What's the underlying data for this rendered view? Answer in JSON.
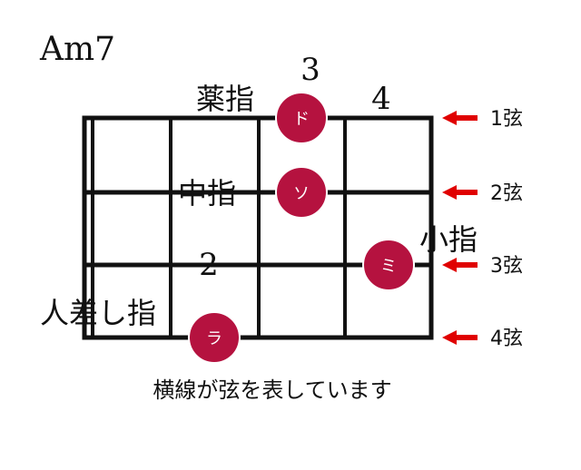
{
  "chord_name": "Am7",
  "colors": {
    "line": "#111111",
    "note_fill": "#b5123f",
    "note_text": "#ffffff",
    "arrow": "#e00000",
    "text": "#111111"
  },
  "fret_numbers": {
    "fret_2": "2",
    "fret_3": "3",
    "fret_4": "4"
  },
  "finger_labels": {
    "ring": "薬指",
    "middle": "中指",
    "pinky": "小指",
    "index": "人差し指"
  },
  "notes": [
    {
      "string": 1,
      "fret": 3,
      "name": "ド"
    },
    {
      "string": 2,
      "fret": 3,
      "name": "ソ"
    },
    {
      "string": 3,
      "fret": 4,
      "name": "ミ"
    },
    {
      "string": 4,
      "fret": 2,
      "name": "ラ"
    }
  ],
  "string_labels": [
    "1弦",
    "2弦",
    "3弦",
    "4弦"
  ],
  "icons": {
    "arrow": "left-arrow-icon"
  },
  "caption": "横線が弦を表しています"
}
